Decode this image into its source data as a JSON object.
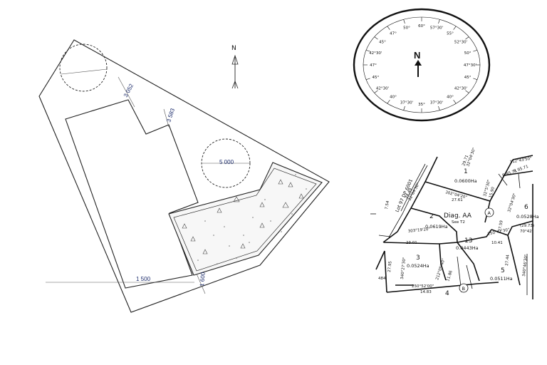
{
  "site_plan": {
    "dimensions": {
      "d1": "3 052",
      "d2": "3 583",
      "d3": "5 000",
      "d4": "1 500",
      "d5": "1 600"
    },
    "north_label": "N"
  },
  "compass": {
    "north_label": "N",
    "ticks": [
      "60°",
      "57°30'",
      "55°",
      "52°30'",
      "50°",
      "47°30'",
      "45°",
      "42°30'",
      "40°",
      "37°30'",
      "35°",
      "37°30'",
      "40°",
      "42°30'",
      "45°",
      "47°",
      "42°30'",
      "45°",
      "47°",
      "50°"
    ]
  },
  "lot_map": {
    "lots": [
      {
        "num": "1",
        "area": "0.0600Ha"
      },
      {
        "num": "2",
        "area": "0.0619Ha"
      },
      {
        "num": "3",
        "area": "0.0524Ha"
      },
      {
        "num": "5",
        "area": "0.0511Ha"
      },
      {
        "num": "6",
        "area": "0.0528Ha"
      },
      {
        "num": "13",
        "area": "0.0443Ha"
      },
      {
        "num": "4",
        "area": ""
      }
    ],
    "diag_title": "Diag. AA",
    "diag_sub": "See T2",
    "circle_a": "A",
    "circle_b": "B",
    "lot_ref": "Lot 97 DP 6001",
    "bearings": [
      "302°04'20\"",
      "27.61",
      "303°19'20\"",
      "23.01",
      "250°52'00\"",
      "14.83",
      "212°05'40\"",
      "11.86",
      "250°47'30\"",
      "10.41",
      "32°04'30\"",
      "34.49",
      "32°04'30\"",
      "29.71",
      "32°5'30\"",
      "15.90",
      "7.54",
      "340°27'30\"",
      "27.95",
      "27.59",
      "32°04'30\"",
      "27.44",
      "340°46'30\"",
      "(29.73)",
      "70°42'",
      "484",
      "R 95.71",
      "R 95.71",
      "112°43'50\""
    ]
  }
}
